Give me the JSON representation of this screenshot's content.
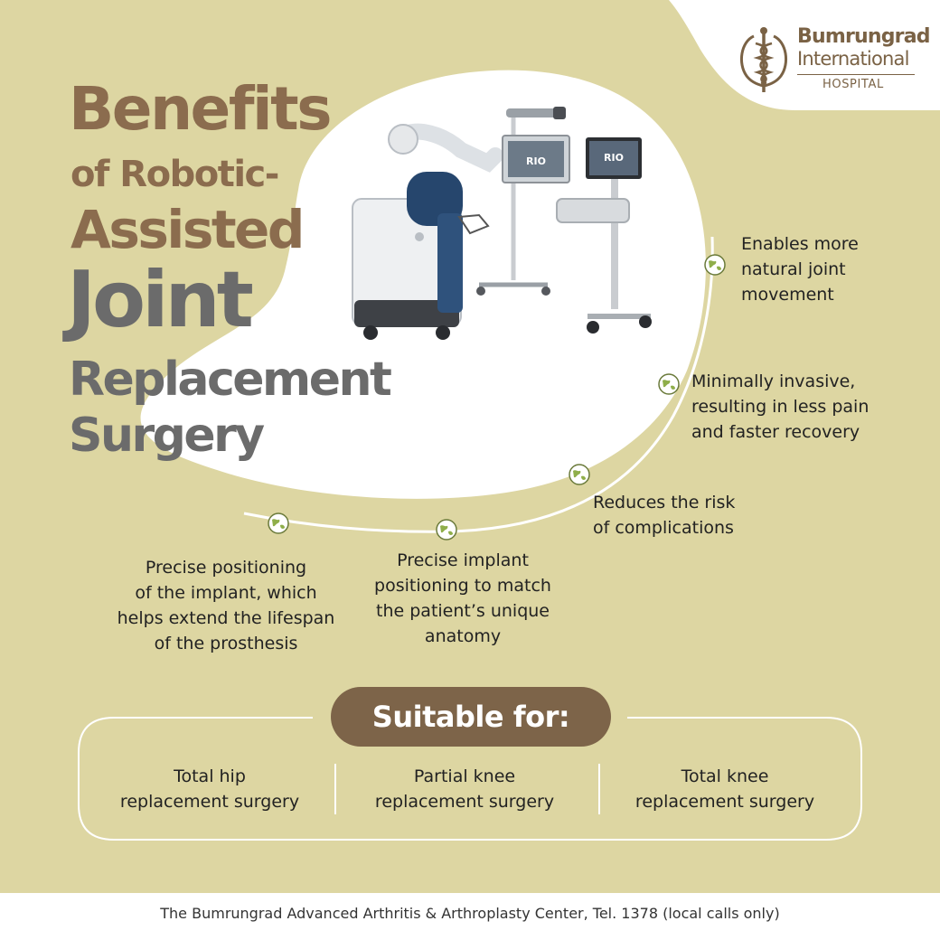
{
  "brand": {
    "name_line1": "Bumrungrad",
    "name_line2": "International",
    "name_line3": "HOSPITAL"
  },
  "title": {
    "line1": "Benefits",
    "line2": "of Robotic-",
    "line3": "Assisted",
    "line4": "Joint",
    "line5": "Replacement",
    "line6": "Surgery"
  },
  "device_screens": {
    "screen1": "RIO",
    "screen2": "RIO"
  },
  "benefits": [
    {
      "text": "Enables more\nnatural joint\nmovement",
      "icon": "globe-icon"
    },
    {
      "text": "Minimally invasive,\nresulting in less pain\nand faster recovery",
      "icon": "globe-icon"
    },
    {
      "text": "Reduces the risk\nof complications",
      "icon": "globe-icon"
    },
    {
      "text": "Precise implant\npositioning to match\nthe patient’s unique\nanatomy",
      "icon": "globe-icon"
    },
    {
      "text": "Precise positioning\nof the implant, which\nhelps extend the lifespan\nof the prosthesis",
      "icon": "globe-icon"
    }
  ],
  "suitable": {
    "heading": "Suitable for:",
    "items": [
      "Total hip\nreplacement surgery",
      "Partial knee\nreplacement surgery",
      "Total knee\nreplacement surgery"
    ]
  },
  "footer": {
    "text": "The Bumrungrad Advanced Arthritis & Arthroplasty Center, Tel. 1378 (local calls only)"
  },
  "colors": {
    "background": "#ddd6a2",
    "brand_brown": "#7d6449",
    "title_brown": "#8b6c4e",
    "title_gray": "#6b6b6b",
    "white": "#ffffff"
  }
}
